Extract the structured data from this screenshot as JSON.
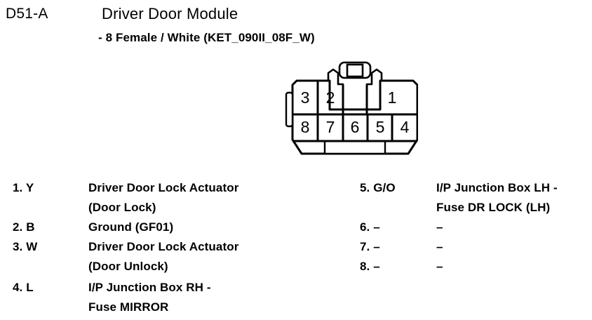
{
  "header": {
    "connector_code": "D51-A",
    "module_title": "Driver Door Module",
    "subtitle": "- 8 Female / White (KET_090II_08F_W)"
  },
  "connector": {
    "cavity_count": 8,
    "gender": "Female",
    "color": "White",
    "part_number": "KET_090II_08F_W",
    "top_row_pins": [
      "3",
      "2",
      "1"
    ],
    "bottom_row_pins": [
      "8",
      "7",
      "6",
      "5",
      "4"
    ],
    "line_color": "#000000",
    "fill_color": "#ffffff"
  },
  "pin_list": {
    "left_column": [
      {
        "label": "1. Y",
        "desc": "Driver Door Lock Actuator",
        "desc2": "(Door Lock)"
      },
      {
        "label": "2. B",
        "desc": "Ground (GF01)",
        "desc2": ""
      },
      {
        "label": "3. W",
        "desc": "Driver Door Lock Actuator",
        "desc2": "(Door Unlock)"
      },
      {
        "label": "4. L",
        "desc": "I/P Junction Box RH -",
        "desc2": "Fuse MIRROR"
      }
    ],
    "right_column": [
      {
        "label": "5. G/O",
        "desc": "I/P Junction Box LH -",
        "desc2": "Fuse DR LOCK (LH)"
      },
      {
        "label": "6. –",
        "desc": "–",
        "desc2": ""
      },
      {
        "label": "7. –",
        "desc": "–",
        "desc2": ""
      },
      {
        "label": "8. –",
        "desc": "–",
        "desc2": ""
      }
    ]
  }
}
